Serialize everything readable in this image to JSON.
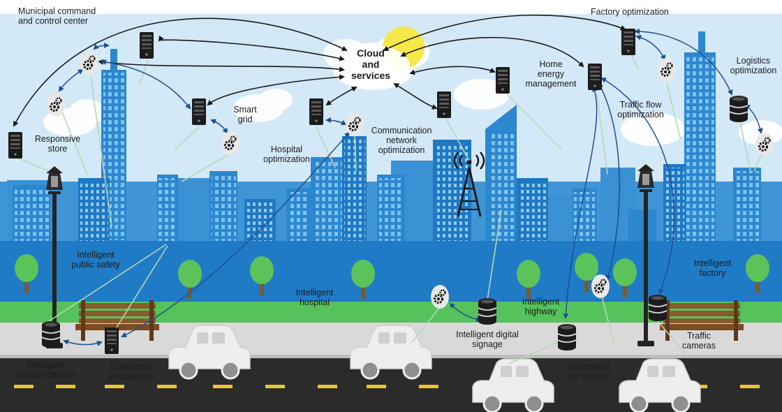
{
  "labels": {
    "municipal": "Municipal command\nand control center",
    "factory_opt": "Factory optimization",
    "cloud": "Cloud\nand\nservices",
    "home_energy": "Home\nenergy\nmanagement",
    "logistics": "Logistics\noptimization",
    "smart_grid": "Smart\ngrid",
    "responsive_store": "Responsive\nstore",
    "traffic_flow": "Traffic flow\noptimization",
    "comm_network": "Communication\nnetwork\noptimization",
    "hospital_opt": "Hospital\noptimization",
    "public_safety": "Intelligent\npublic safety",
    "int_factory": "Intelligent\nfactory",
    "int_hospital": "Intelligent\nhospital",
    "int_highway": "Intelligent\nhighway",
    "digital_signage": "Intelligent digital\nsignage",
    "traffic_cameras": "Traffic\ncameras",
    "medical_devices": "Intelligent\nmedical devices",
    "ambulances": "Connected\nambulances",
    "car_system": "Automated\ncar system"
  },
  "icons": {
    "server": "server-icon",
    "gear": "gear-icon",
    "database": "database-icon",
    "tower": "antenna-tower-icon",
    "car": "car-icon",
    "lamp": "street-lamp-icon",
    "bench": "bench-icon",
    "tree": "tree-icon",
    "sun": "sun-icon"
  },
  "colors": {
    "sky": "#cfe6f7",
    "building": "#2b87cf",
    "building_dark": "#1e6db4",
    "window": "#7ec1ee",
    "grass": "#56c25c",
    "sidewalk": "#d9d9d9",
    "road": "#2b2b2b",
    "lane": "#e8c832",
    "arrow_black": "#1a1a1a",
    "arrow_blue": "#1f4f8f",
    "link": "#b9d7b4",
    "sun": "#f4e84a"
  }
}
